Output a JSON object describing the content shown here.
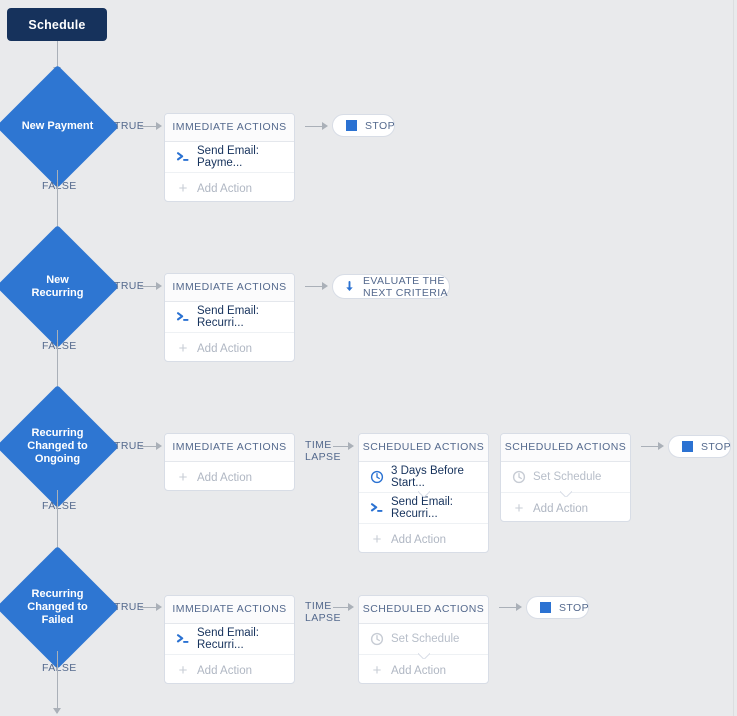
{
  "theme": {
    "canvas_bg": "#e9eaec",
    "start_node_bg": "#16325c",
    "diamond_blue": "#2e76d2",
    "accent_blue": "#2b72d2",
    "panel_bg": "#ffffff",
    "panel_border": "#d8dde6",
    "label_color": "#54698d",
    "muted_color": "#b7bec9",
    "connector_color": "#aab0b8"
  },
  "start": {
    "label": "Schedule"
  },
  "labels": {
    "true": "TRUE",
    "false": "FALSE",
    "time_lapse": "TIME\nLAPSE",
    "immediate_actions": "IMMEDIATE ACTIONS",
    "scheduled_actions": "SCHEDULED ACTIONS",
    "add_action": "Add Action",
    "set_schedule": "Set Schedule",
    "stop": "STOP",
    "evaluate_next_criteria": "EVALUATE THE\nNEXT CRITERIA"
  },
  "criteria": [
    {
      "id": "new-payment",
      "name": "New Payment",
      "immediate": {
        "title": "IMMEDIATE ACTIONS",
        "rows": [
          {
            "icon": "apex-script-icon",
            "label": "Send Email: Payme...",
            "muted": false
          },
          {
            "icon": "plus-icon",
            "label": "Add Action",
            "muted": true
          }
        ]
      },
      "scheduled": [],
      "outcome": {
        "type": "stop",
        "label": "STOP"
      }
    },
    {
      "id": "new-recurring",
      "name": "New Recurring",
      "immediate": {
        "title": "IMMEDIATE ACTIONS",
        "rows": [
          {
            "icon": "apex-script-icon",
            "label": "Send Email: Recurri...",
            "muted": false
          },
          {
            "icon": "plus-icon",
            "label": "Add Action",
            "muted": true
          }
        ]
      },
      "scheduled": [],
      "outcome": {
        "type": "evaluate",
        "label": "EVALUATE THE\nNEXT CRITERIA"
      }
    },
    {
      "id": "recurring-changed-to-ongoing",
      "name": "Recurring\nChanged to\nOngoing",
      "immediate": {
        "title": "IMMEDIATE ACTIONS",
        "rows": [
          {
            "icon": "plus-icon",
            "label": "Add Action",
            "muted": true
          }
        ]
      },
      "scheduled": [
        {
          "title": "SCHEDULED ACTIONS",
          "rows": [
            {
              "icon": "clock-icon",
              "label": "3 Days Before Start...",
              "muted": false
            },
            {
              "icon": "apex-script-icon",
              "label": "Send Email: Recurri...",
              "muted": false
            },
            {
              "icon": "plus-icon",
              "label": "Add Action",
              "muted": true
            }
          ]
        },
        {
          "title": "SCHEDULED ACTIONS",
          "rows": [
            {
              "icon": "clock-icon",
              "label": "Set Schedule",
              "muted": true
            },
            {
              "icon": "plus-icon",
              "label": "Add Action",
              "muted": true
            }
          ]
        }
      ],
      "outcome": {
        "type": "stop",
        "label": "STOP"
      }
    },
    {
      "id": "recurring-changed-to-failed",
      "name": "Recurring\nChanged to\nFailed",
      "immediate": {
        "title": "IMMEDIATE ACTIONS",
        "rows": [
          {
            "icon": "apex-script-icon",
            "label": "Send Email: Recurri...",
            "muted": false
          },
          {
            "icon": "plus-icon",
            "label": "Add Action",
            "muted": true
          }
        ]
      },
      "scheduled": [
        {
          "title": "SCHEDULED ACTIONS",
          "rows": [
            {
              "icon": "clock-icon",
              "label": "Set Schedule",
              "muted": true
            },
            {
              "icon": "plus-icon",
              "label": "Add Action",
              "muted": true
            }
          ]
        }
      ],
      "outcome": {
        "type": "stop",
        "label": "STOP"
      }
    }
  ]
}
